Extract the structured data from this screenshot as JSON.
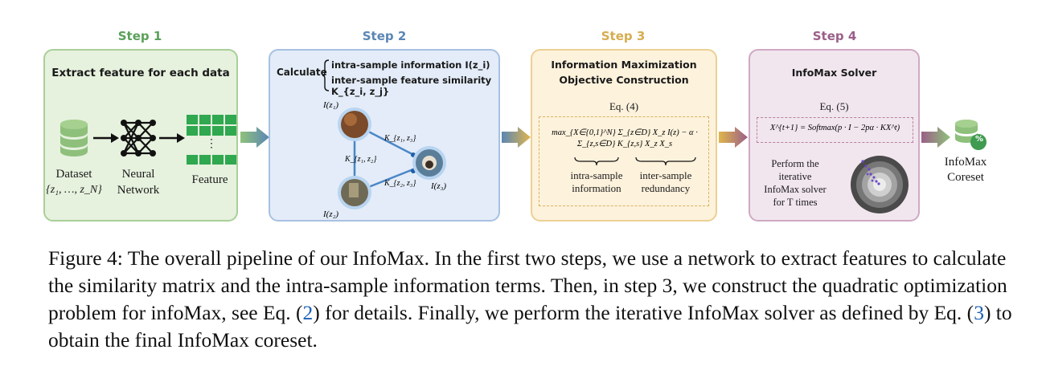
{
  "steps": [
    {
      "label": "Step 1",
      "color": "#5aa05a"
    },
    {
      "label": "Step 2",
      "color": "#5b86b5"
    },
    {
      "label": "Step 3",
      "color": "#d6ad4f"
    },
    {
      "label": "Step 4",
      "color": "#9a5f88"
    }
  ],
  "panel1": {
    "title": "Extract feature for each data",
    "dataset_label": "Dataset",
    "dataset_set": "{z₁, …, z_N}",
    "network_label_1": "Neural",
    "network_label_2": "Network",
    "feature_label": "Feature",
    "ellipsis": "⋮"
  },
  "panel2": {
    "calculate": "Calculate",
    "line1": "intra-sample information I(z_i)",
    "line2": "inter-sample feature similarity K_{z_i, z_j}",
    "node1": "I(z₁)",
    "node2": "I(z₂)",
    "node3": "I(z₃)",
    "edge12": "K_{z₁, z₂}",
    "edge13": "K_{z₁, z₃}",
    "edge23": "K_{z₂, z₃}"
  },
  "panel3": {
    "title_line1": "Information Maximization",
    "title_line2": "Objective Construction",
    "eq": "Eq. (4)",
    "formula": "max_{X∈{0,1}^N} Σ_{z∈D} X_z I(z) − α · Σ_{z,s∈D} K_{z,s} X_z X_s",
    "brace1_line1": "intra-sample",
    "brace1_line2": "information",
    "brace2_line1": "inter-sample",
    "brace2_line2": "redundancy"
  },
  "panel4": {
    "title": "InfoMax Solver",
    "eq": "Eq. (5)",
    "formula": "X^{t+1} = Softmax(p · I − 2pα · KX^t)",
    "desc_line1": "Perform the",
    "desc_line2": "iterative",
    "desc_line3": "InfoMax solver",
    "desc_line4": "for T times"
  },
  "output": {
    "label_line1": "InfoMax",
    "label_line2": "Coreset",
    "badge": "%"
  },
  "caption": {
    "part1": "Figure 4:  The overall pipeline of our InfoMax. In the first two steps, we use a network to extract features to calculate the similarity matrix and the intra-sample information terms. Then, in step 3, we construct the quadratic optimization problem for infoMax, see Eq. (",
    "ref1": "2",
    "part2": ") for details. Finally, we perform the iterative InfoMax solver as defined by Eq. (",
    "ref2": "3",
    "part3": ") to obtain the final InfoMax coreset."
  }
}
